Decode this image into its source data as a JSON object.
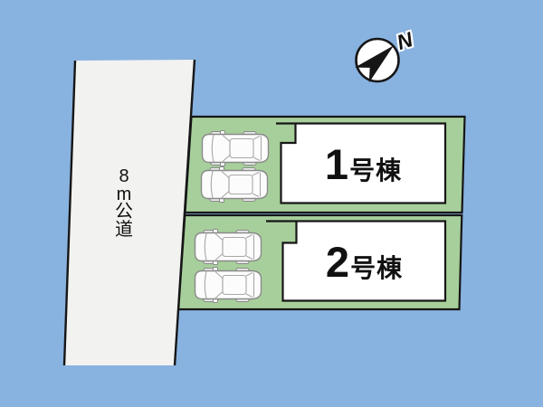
{
  "palette": {
    "background": "#88B2E0",
    "plot_green": "#A7CF9B",
    "road_gray": "#F2F2F0",
    "building_white": "#FFFFFF",
    "line_black": "#161616",
    "car_fill": "#FCFCFC",
    "car_outline": "#8A8A8A"
  },
  "road": {
    "label": "8m公道",
    "chars": [
      "8",
      "m",
      "公",
      "道"
    ]
  },
  "compass": {
    "north_label": "N"
  },
  "buildings": [
    {
      "number": "1",
      "suffix": "号棟",
      "label": "1号棟"
    },
    {
      "number": "2",
      "suffix": "号棟",
      "label": "2号棟"
    }
  ],
  "parking": {
    "plot1_cars": 2,
    "plot2_cars": 2
  }
}
